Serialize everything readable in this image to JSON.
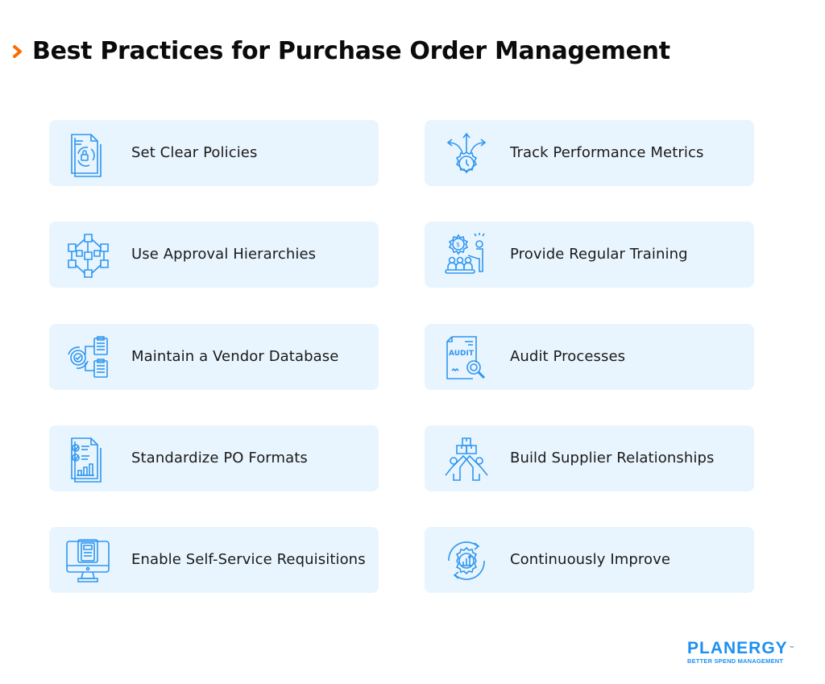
{
  "header": {
    "title": "Best Practices for Purchase Order Management",
    "bullet_icon": "chevron-right-icon",
    "accent_color": "#ff6a00"
  },
  "theme": {
    "card_background": "#e9f5fe",
    "icon_color": "#2f96f0",
    "text_color": "#1a1a1a"
  },
  "left_column": [
    {
      "label": "Set Clear Policies",
      "icon": "policy-document-lock-icon"
    },
    {
      "label": "Use Approval Hierarchies",
      "icon": "hierarchy-cubes-icon"
    },
    {
      "label": "Maintain a Vendor Database",
      "icon": "vendor-database-gear-clipboard-icon"
    },
    {
      "label": "Standardize PO Formats",
      "icon": "document-checklist-chart-icon"
    },
    {
      "label": "Enable Self-Service Requisitions",
      "icon": "computer-calculator-icon"
    }
  ],
  "right_column": [
    {
      "label": "Track Performance Metrics",
      "icon": "gear-clock-arrows-icon"
    },
    {
      "label": "Provide Regular Training",
      "icon": "training-presenter-icon"
    },
    {
      "label": "Audit Processes",
      "icon": "audit-document-magnifier-icon"
    },
    {
      "label": "Build Supplier Relationships",
      "icon": "supplier-handshake-boxes-icon"
    },
    {
      "label": "Continuously Improve",
      "icon": "gear-cycle-growth-icon"
    }
  ],
  "logo": {
    "name": "PLANERGY",
    "trademark": "™",
    "tagline": "BETTER SPEND MANAGEMENT"
  }
}
